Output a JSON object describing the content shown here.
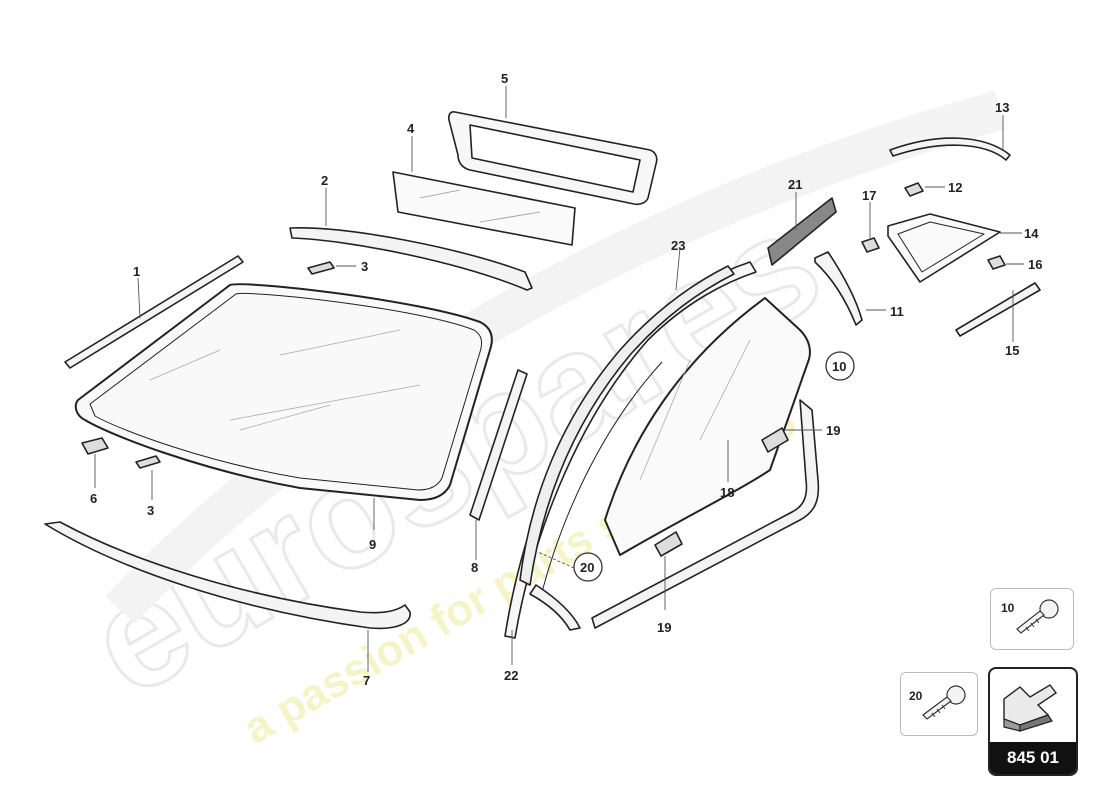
{
  "watermark": {
    "brand": "eurospares",
    "slogan": "a passion for parts since 1985",
    "color": "#e8e8b0"
  },
  "callouts": [
    {
      "id": "c1",
      "label": "1"
    },
    {
      "id": "c2",
      "label": "2"
    },
    {
      "id": "c3a",
      "label": "3"
    },
    {
      "id": "c3b",
      "label": "3"
    },
    {
      "id": "c4",
      "label": "4"
    },
    {
      "id": "c5",
      "label": "5"
    },
    {
      "id": "c6",
      "label": "6"
    },
    {
      "id": "c7",
      "label": "7"
    },
    {
      "id": "c8",
      "label": "8"
    },
    {
      "id": "c9",
      "label": "9"
    },
    {
      "id": "c10",
      "label": "10"
    },
    {
      "id": "c11",
      "label": "11"
    },
    {
      "id": "c12",
      "label": "12"
    },
    {
      "id": "c13",
      "label": "13"
    },
    {
      "id": "c14",
      "label": "14"
    },
    {
      "id": "c15",
      "label": "15"
    },
    {
      "id": "c16",
      "label": "16"
    },
    {
      "id": "c17",
      "label": "17"
    },
    {
      "id": "c18",
      "label": "18"
    },
    {
      "id": "c19a",
      "label": "19"
    },
    {
      "id": "c19b",
      "label": "19"
    },
    {
      "id": "c20",
      "label": "20"
    },
    {
      "id": "c21",
      "label": "21"
    },
    {
      "id": "c22",
      "label": "22"
    },
    {
      "id": "c23",
      "label": "23"
    }
  ],
  "legend": {
    "screw_10_label": "10",
    "screw_20_label": "20",
    "sheet_number": "845 01"
  }
}
